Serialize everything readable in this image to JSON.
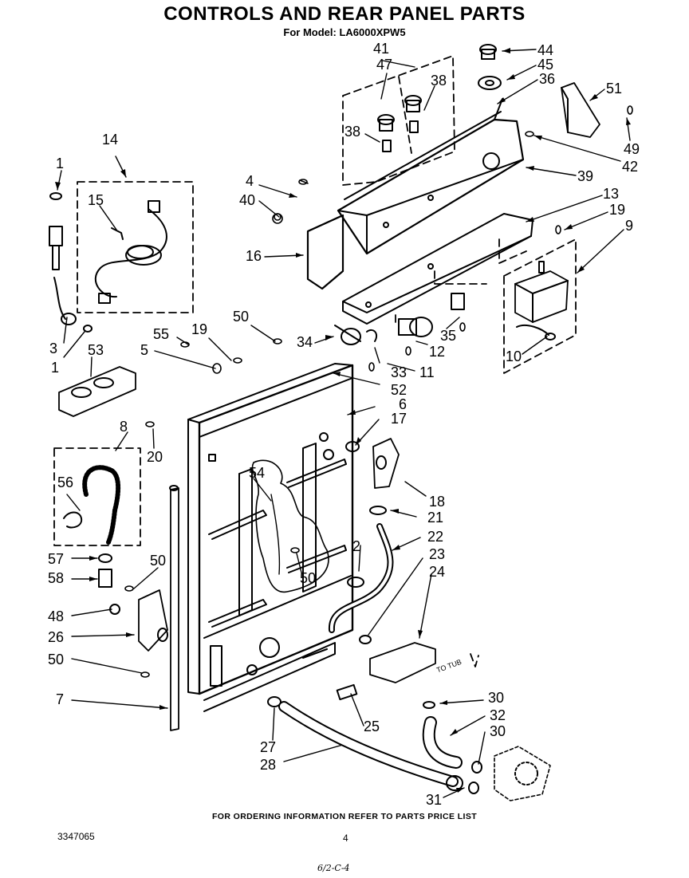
{
  "header": {
    "title": "CONTROLS AND REAR PANEL PARTS",
    "subtitle": "For Model: LA6000XPW5"
  },
  "callouts": [
    {
      "id": "c1a",
      "text": "1"
    },
    {
      "id": "c14",
      "text": "14"
    },
    {
      "id": "c15",
      "text": "15"
    },
    {
      "id": "c3",
      "text": "3"
    },
    {
      "id": "c1b",
      "text": "1"
    },
    {
      "id": "c53",
      "text": "53"
    },
    {
      "id": "c55",
      "text": "55"
    },
    {
      "id": "c5",
      "text": "5"
    },
    {
      "id": "c19a",
      "text": "19"
    },
    {
      "id": "c50a",
      "text": "50"
    },
    {
      "id": "c34",
      "text": "34"
    },
    {
      "id": "c4",
      "text": "4"
    },
    {
      "id": "c40",
      "text": "40"
    },
    {
      "id": "c16",
      "text": "16"
    },
    {
      "id": "c41",
      "text": "41"
    },
    {
      "id": "c47",
      "text": "47"
    },
    {
      "id": "c38a",
      "text": "38"
    },
    {
      "id": "c38b",
      "text": "38"
    },
    {
      "id": "c44",
      "text": "44"
    },
    {
      "id": "c45",
      "text": "45"
    },
    {
      "id": "c36",
      "text": "36"
    },
    {
      "id": "c51",
      "text": "51"
    },
    {
      "id": "c49",
      "text": "49"
    },
    {
      "id": "c42",
      "text": "42"
    },
    {
      "id": "c39",
      "text": "39"
    },
    {
      "id": "c13",
      "text": "13"
    },
    {
      "id": "c19b",
      "text": "19"
    },
    {
      "id": "c9",
      "text": "9"
    },
    {
      "id": "c35",
      "text": "35"
    },
    {
      "id": "c12",
      "text": "12"
    },
    {
      "id": "c11",
      "text": "11"
    },
    {
      "id": "c33",
      "text": "33"
    },
    {
      "id": "c52",
      "text": "52"
    },
    {
      "id": "c10",
      "text": "10"
    },
    {
      "id": "c6",
      "text": "6"
    },
    {
      "id": "c17",
      "text": "17"
    },
    {
      "id": "c18",
      "text": "18"
    },
    {
      "id": "c21",
      "text": "21"
    },
    {
      "id": "c22",
      "text": "22"
    },
    {
      "id": "c23",
      "text": "23"
    },
    {
      "id": "c24",
      "text": "24"
    },
    {
      "id": "c8",
      "text": "8"
    },
    {
      "id": "c20",
      "text": "20"
    },
    {
      "id": "c56",
      "text": "56"
    },
    {
      "id": "c54",
      "text": "54"
    },
    {
      "id": "c2",
      "text": "2"
    },
    {
      "id": "c50b",
      "text": "50"
    },
    {
      "id": "c57",
      "text": "57"
    },
    {
      "id": "c58",
      "text": "58"
    },
    {
      "id": "c50c",
      "text": "50"
    },
    {
      "id": "c48",
      "text": "48"
    },
    {
      "id": "c26",
      "text": "26"
    },
    {
      "id": "c50d",
      "text": "50"
    },
    {
      "id": "c7",
      "text": "7"
    },
    {
      "id": "c25",
      "text": "25"
    },
    {
      "id": "c27",
      "text": "27"
    },
    {
      "id": "c28",
      "text": "28"
    },
    {
      "id": "c30a",
      "text": "30"
    },
    {
      "id": "c32",
      "text": "32"
    },
    {
      "id": "c30b",
      "text": "30"
    },
    {
      "id": "c31",
      "text": "31"
    }
  ],
  "notes": {
    "to_tub": "TO TUB"
  },
  "footer": {
    "ordering": "FOR ORDERING INFORMATION REFER TO PARTS PRICE LIST",
    "doc_number": "3347065",
    "page_number": "4",
    "handwritten": "6/2-C-4"
  }
}
